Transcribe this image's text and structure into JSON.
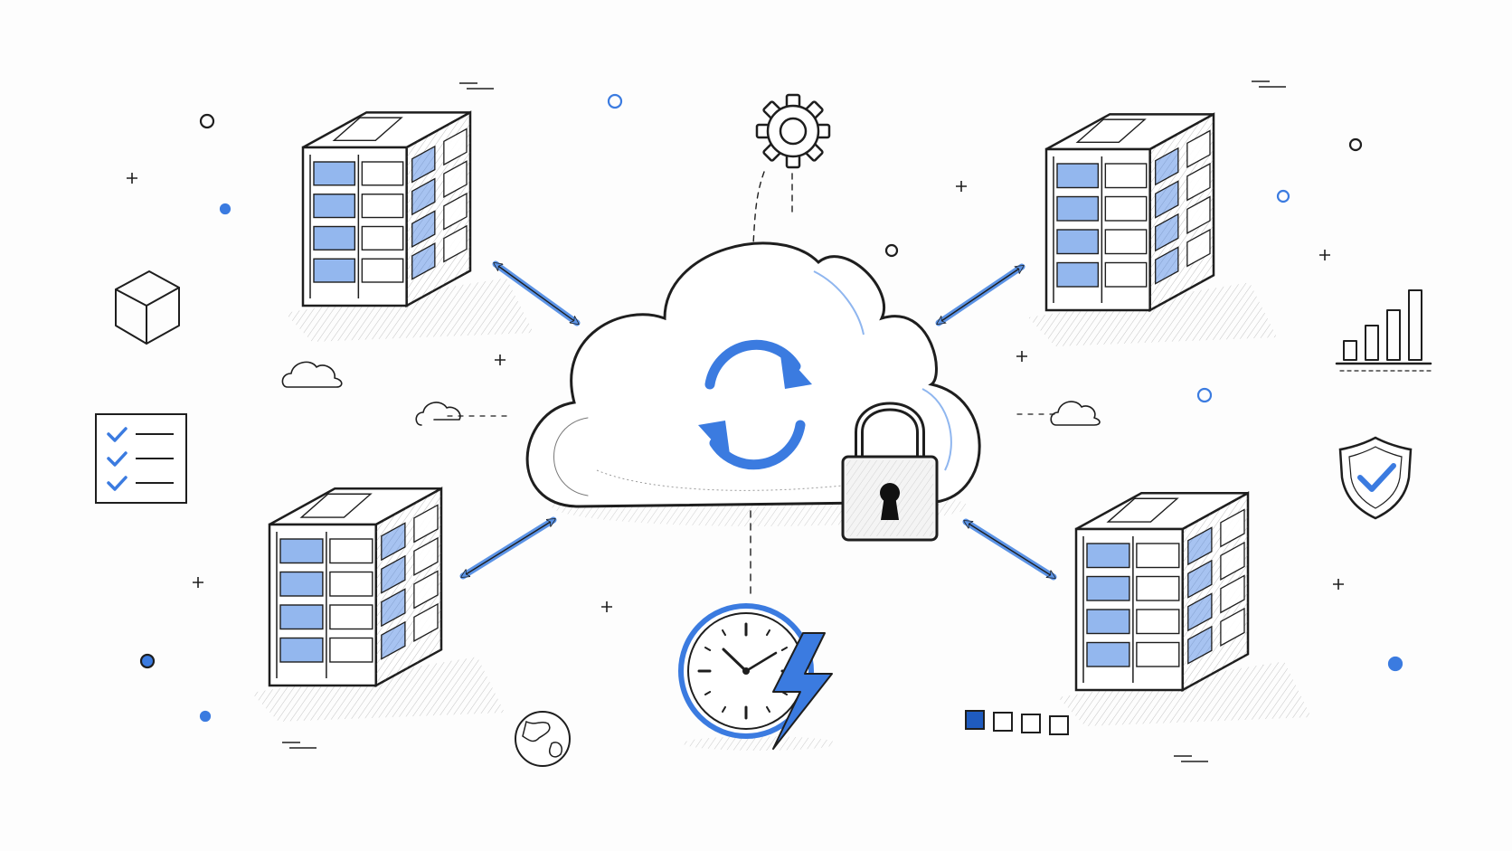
{
  "palette": {
    "ink": "#1e1e1e",
    "accent": "#3b7be0",
    "accent_light": "#8fb6ef",
    "paper": "#fdfdfd"
  },
  "nodes": [
    {
      "id": "server-top-left",
      "icon": "server-rack-icon"
    },
    {
      "id": "server-top-right",
      "icon": "server-rack-icon"
    },
    {
      "id": "server-bottom-left",
      "icon": "server-rack-icon"
    },
    {
      "id": "server-bottom-right",
      "icon": "server-rack-icon"
    },
    {
      "id": "cloud-hub",
      "icon": "cloud-icon"
    }
  ],
  "edges": [
    {
      "from": "server-top-left",
      "to": "cloud-hub",
      "style": "bidirectional-arrow"
    },
    {
      "from": "server-top-right",
      "to": "cloud-hub",
      "style": "bidirectional-arrow"
    },
    {
      "from": "server-bottom-left",
      "to": "cloud-hub",
      "style": "bidirectional-arrow"
    },
    {
      "from": "server-bottom-right",
      "to": "cloud-hub",
      "style": "bidirectional-arrow"
    },
    {
      "from": "gear",
      "to": "cloud-hub",
      "style": "dashed"
    },
    {
      "from": "cloud-hub",
      "to": "clock",
      "style": "dashed"
    }
  ],
  "icons": [
    "sync-arrows-icon",
    "padlock-icon",
    "gear-icon",
    "clock-icon",
    "lightning-bolt-icon",
    "cube-icon",
    "checklist-icon",
    "bar-chart-icon",
    "shield-check-icon",
    "globe-icon",
    "small-cloud-icon",
    "progress-squares-icon"
  ],
  "progress_squares": {
    "total": 4,
    "filled": 1
  }
}
